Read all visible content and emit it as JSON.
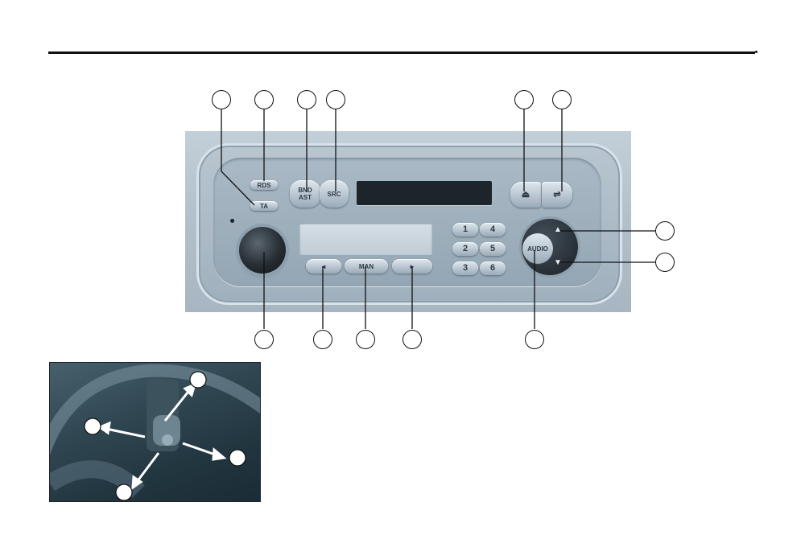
{
  "radio": {
    "buttons": {
      "rds": "RDS",
      "ta": "TA",
      "bnd_ast_line1": "BND",
      "bnd_ast_line2": "AST",
      "src": "SRC",
      "man": "MAN",
      "audio": "AUDIO",
      "presets": [
        "1",
        "4",
        "2",
        "5",
        "3",
        "6"
      ]
    }
  },
  "colors": {
    "panel": "#b2c0cb",
    "knob": "#262d33",
    "slot": "#1d252c",
    "callout_stroke": "#111111",
    "photo": "#2f4651"
  },
  "icons": {
    "seek_left": "left-arrow",
    "seek_right": "right-arrow",
    "eject_left": "eject",
    "eject_right": "ffwd",
    "up": "up-triangle",
    "down": "down-triangle"
  }
}
